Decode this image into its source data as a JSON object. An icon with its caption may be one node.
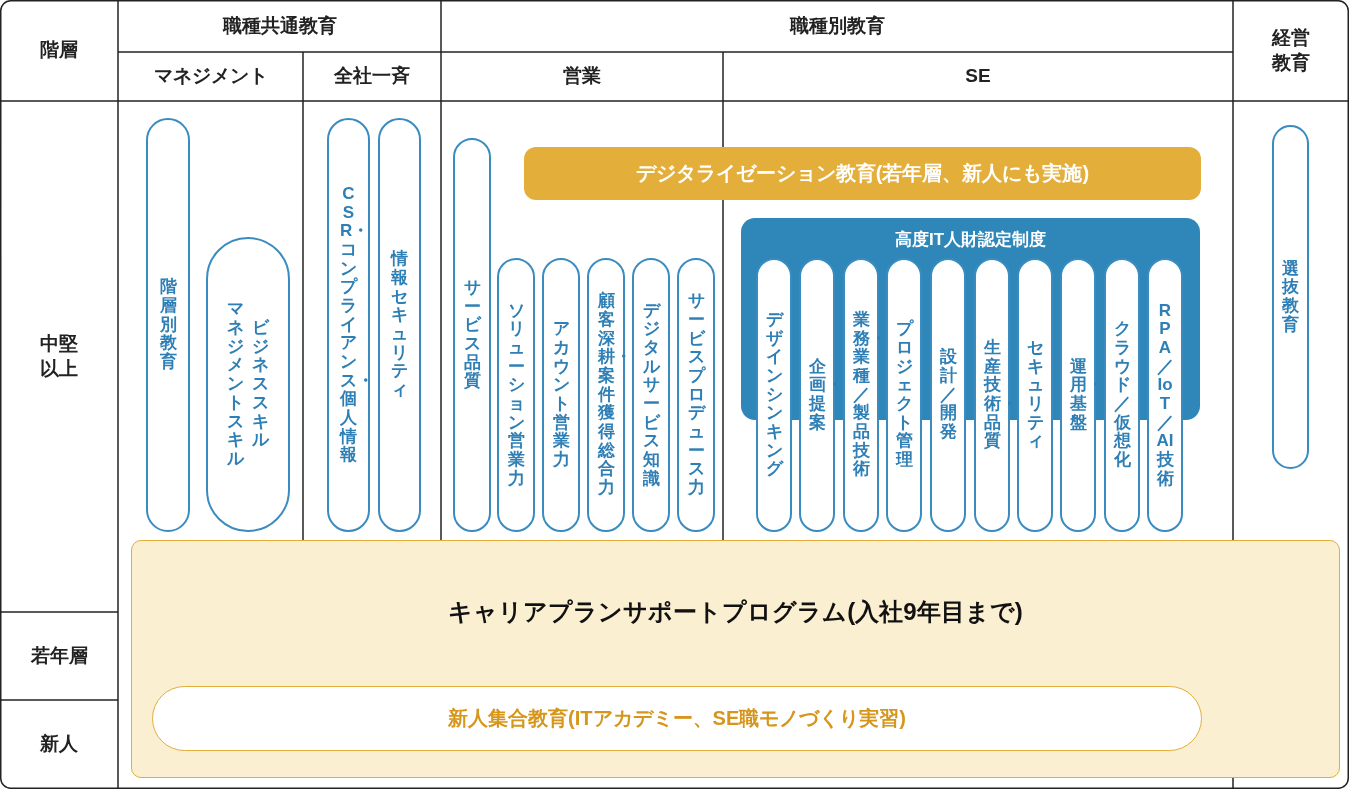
{
  "diagram": {
    "nodes": [
      {
        "text": [
          "階層別教育"
        ]
      },
      {
        "text": [
          "マネジメントスキル",
          "ビジネススキル"
        ]
      },
      {
        "text": [
          "CSR・コンプライアンス・個人情報"
        ]
      },
      {
        "text": [
          "情報セキュリティ"
        ]
      },
      {
        "text": [
          "サービス品質"
        ]
      },
      {
        "text": [
          "デジタライゼーション教育(若年層、新人にも実施)"
        ]
      },
      {
        "text": [
          "ソリューション営業力"
        ]
      },
      {
        "text": [
          "アカウント営業力"
        ]
      },
      {
        "text": [
          "顧客深耕・案件獲得総合力"
        ]
      },
      {
        "text": [
          "デジタルサービス知識"
        ]
      },
      {
        "text": [
          "サービスプロデュース力"
        ]
      },
      {
        "text": [
          "高度IT人財認定制度"
        ]
      },
      {
        "text": [
          "デザインシンキング"
        ]
      },
      {
        "text": [
          "企画・提案"
        ]
      },
      {
        "text": [
          "業務・業種／製品技術"
        ]
      },
      {
        "text": [
          "プロジェクト管理"
        ]
      },
      {
        "text": [
          "設計／開発"
        ]
      },
      {
        "text": [
          "生産技術・品質"
        ]
      },
      {
        "text": [
          "セキュリティ"
        ]
      },
      {
        "text": [
          "運用・基盤"
        ]
      },
      {
        "text": [
          "クラウド／仮想化"
        ]
      },
      {
        "text": [
          "RPA／IoT／AI技術"
        ]
      },
      {
        "text": [
          "選抜教育"
        ]
      },
      {
        "text": [
          "キャリアプランサポートプログラム(入社9年目まで)"
        ]
      },
      {
        "text": [
          "新人集合教育(ITアカデミー、SE職モノづくり実習)"
        ],
        "in": 23
      }
    ],
    "labels": [
      "階層",
      "職種共通教育",
      "職種別教育",
      "経営教育",
      "マネジメント",
      "全社一斉",
      "営業",
      "SE",
      "中堅以上",
      "若年層",
      "新人"
    ]
  }
}
